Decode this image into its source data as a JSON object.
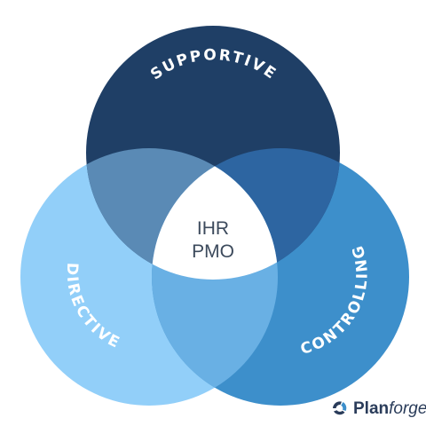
{
  "circles": {
    "supportive": {
      "label": "SUPPORTIVE",
      "color": "#1f3f66"
    },
    "directive": {
      "label": "DIRECTIVE",
      "color": "#92cff9"
    },
    "controlling": {
      "label": "CONTROLLING",
      "color": "#3d8fcb"
    }
  },
  "overlaps": {
    "supportive_directive": "#5a8ab5",
    "supportive_controlling": "#2d65a1",
    "directive_controlling": "#69b0e4",
    "center": "#ffffff"
  },
  "center_label": {
    "line1": "IHR",
    "line2": "PMO"
  },
  "brand": {
    "name_bold": "Plan",
    "name_italic": "forge",
    "icon": "planforge-logo-icon"
  }
}
